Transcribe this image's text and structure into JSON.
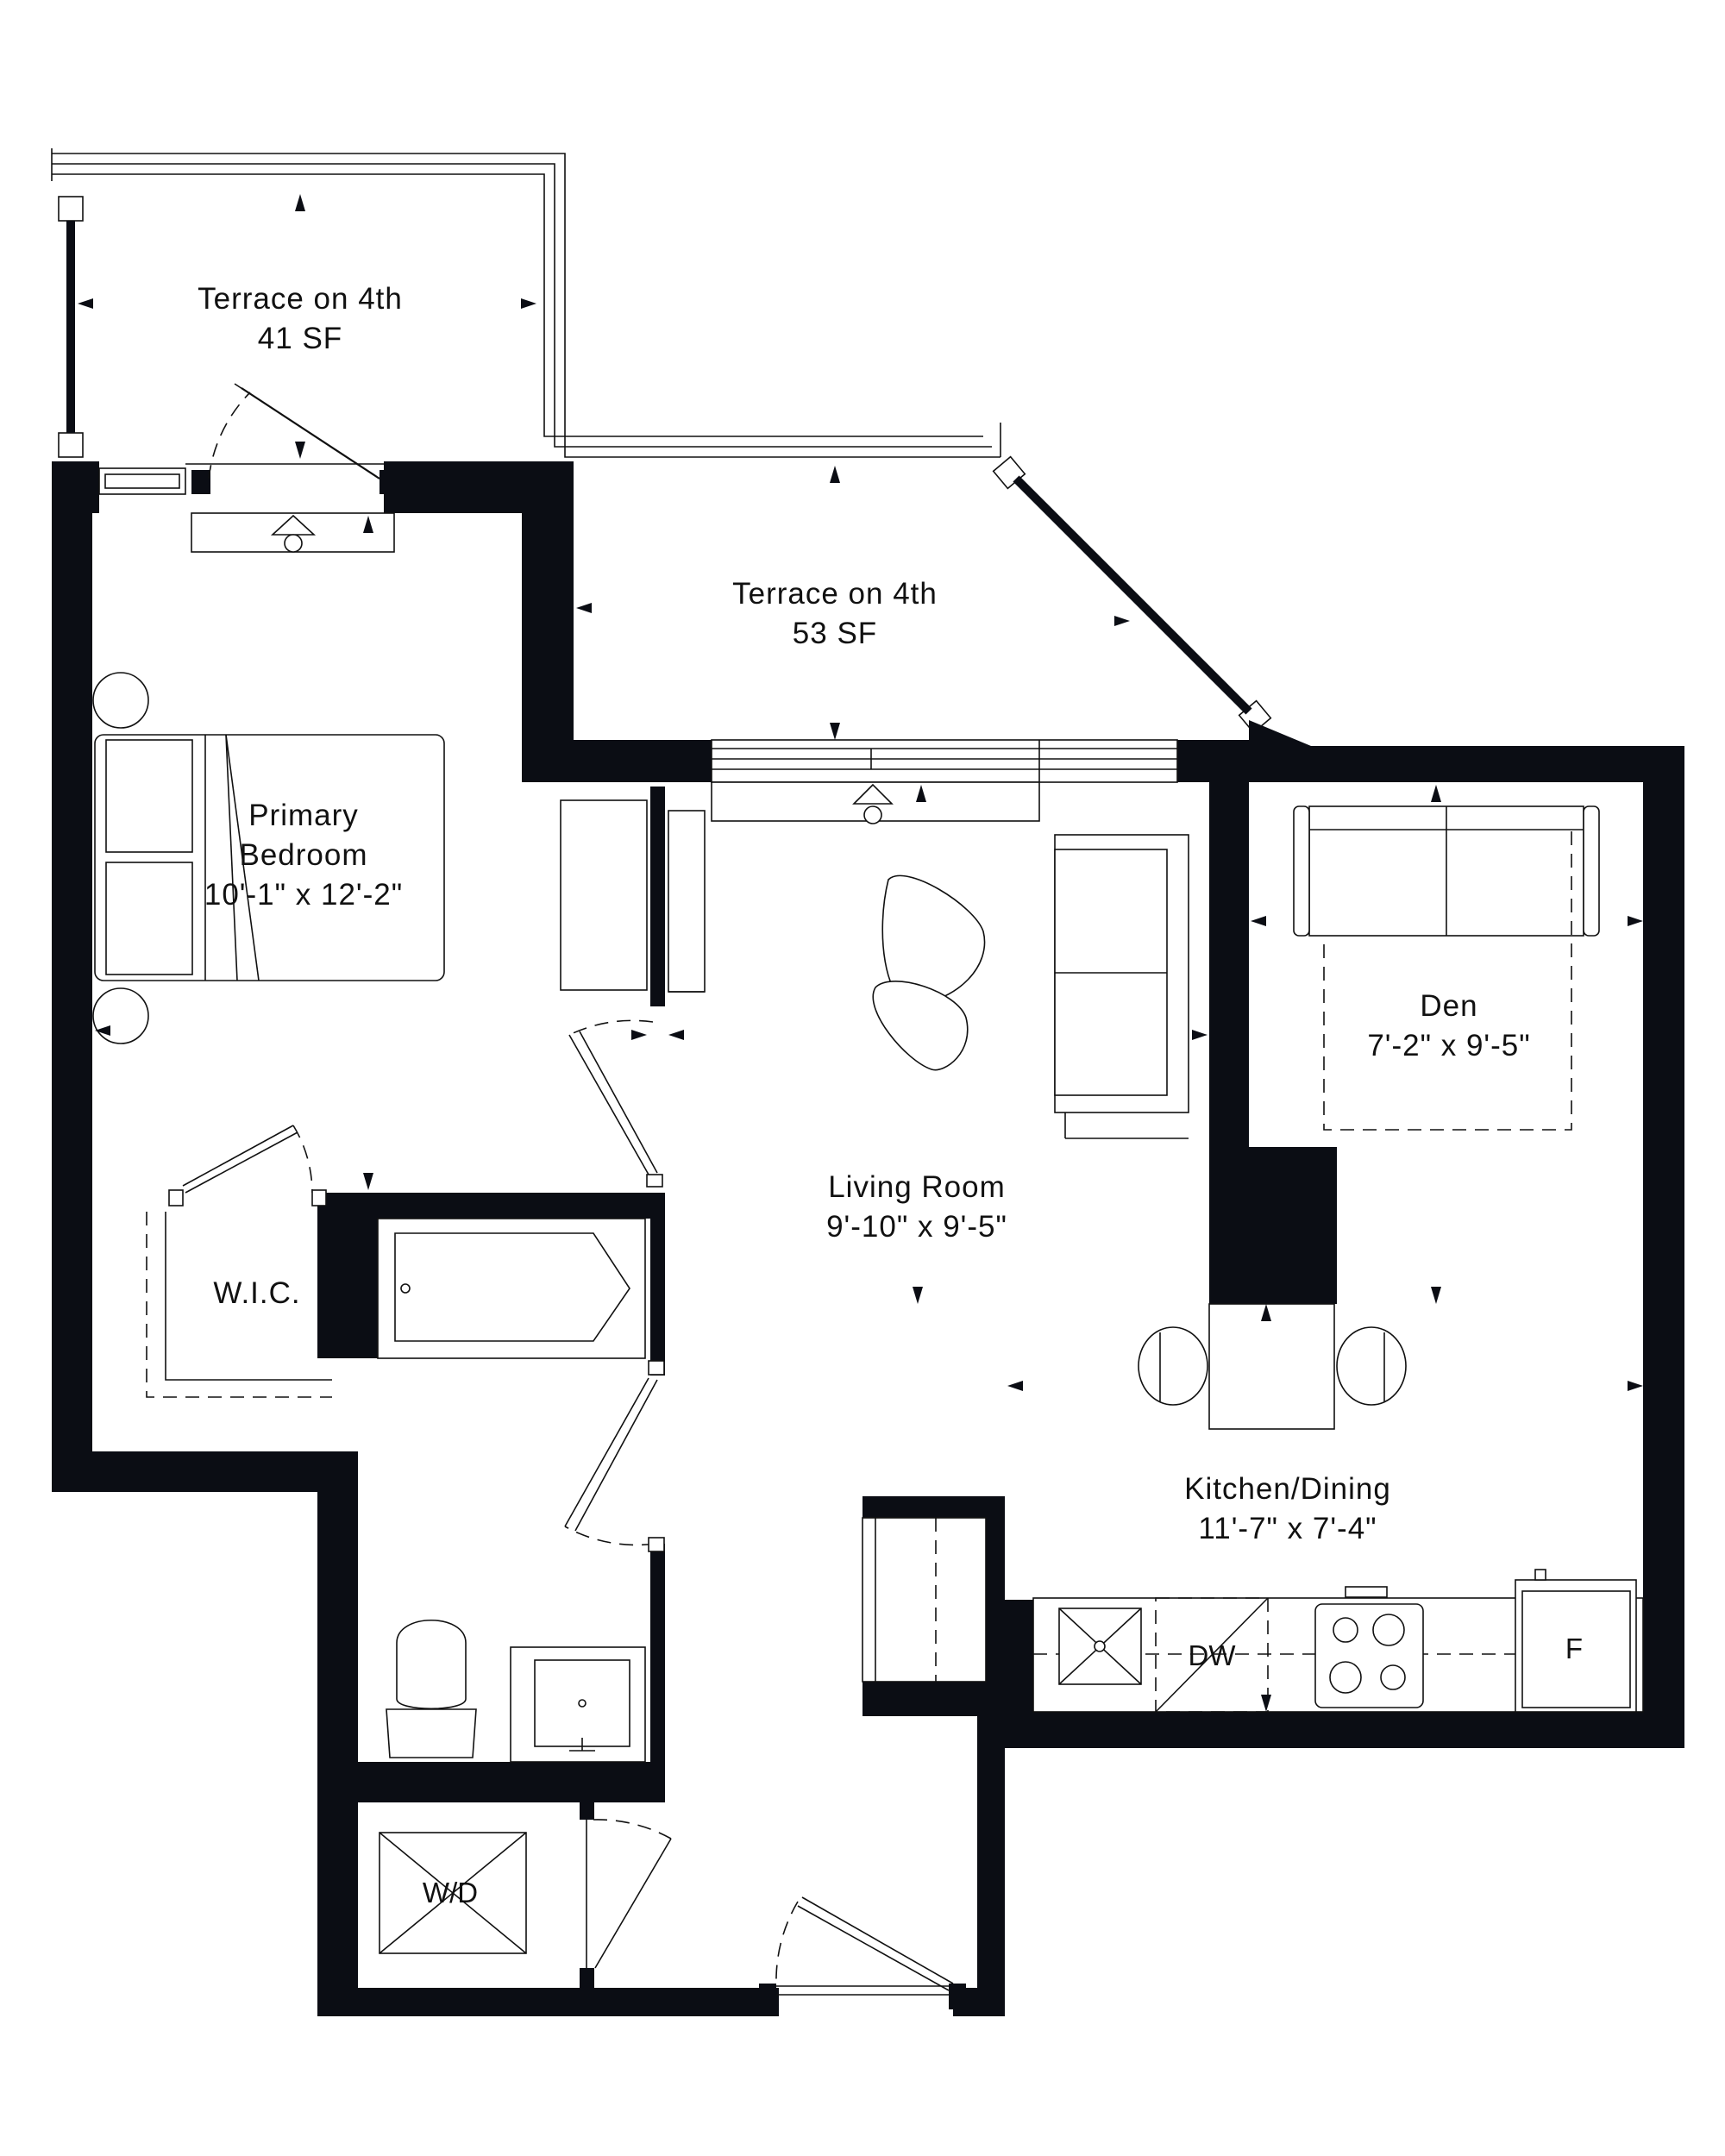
{
  "rooms": {
    "terrace_west": {
      "name": "Terrace on 4th",
      "area": "41 SF"
    },
    "terrace_center": {
      "name": "Terrace on 4th",
      "area": "53 SF"
    },
    "primary_bedroom": {
      "name_line1": "Primary",
      "name_line2": "Bedroom",
      "dims": "10'-1\" x 12'-2\""
    },
    "den": {
      "name": "Den",
      "dims": "7'-2\" x 9'-5\""
    },
    "living_room": {
      "name": "Living Room",
      "dims": "9'-10\" x 9'-5\""
    },
    "kitchen_dining": {
      "name": "Kitchen/Dining",
      "dims": "11'-7\" x 7'-4\""
    },
    "wic": {
      "name": "W.I.C."
    }
  },
  "fixtures": {
    "dishwasher": "DW",
    "fridge": "F",
    "washer_dryer": "W/D"
  },
  "colors": {
    "wall": "#0b0d14",
    "line": "#111111",
    "background": "#ffffff"
  }
}
